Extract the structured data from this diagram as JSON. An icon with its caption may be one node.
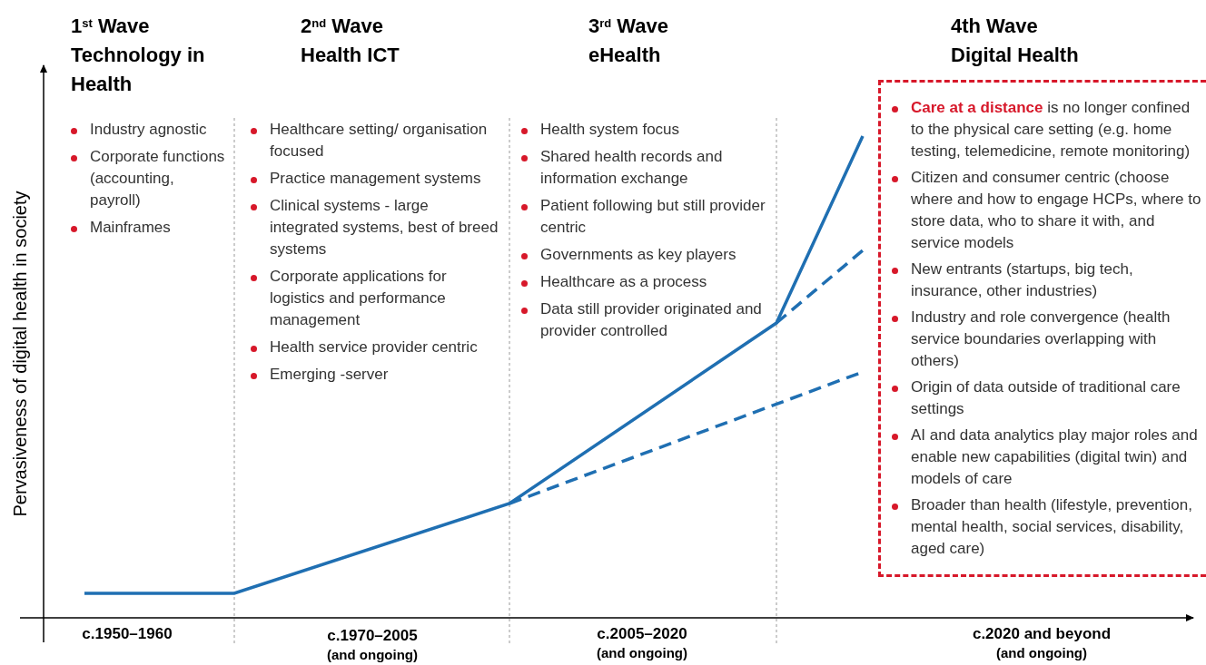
{
  "diagram": {
    "nodes": [
      {
        "text": [
          "**Care at a distance** is no longer confined to the physical care setting (e.g. home testing, telemedicine, remote monitoring)",
          "Citizen and consumer centric (choose where and how to engage HCPs, where to store data, who to share it with, and service models",
          "New entrants (startups, big tech, insurance, other industries)",
          "Industry and role convergence (health service boundaries overlapping with others)",
          "Origin of data outside of traditional care settings",
          "AI and data analytics play major roles and enable new capabilities (digital twin) and models of care",
          "Broader than health (lifestyle, prevention, mental health, social services, disability, aged care)"
        ]
      }
    ],
    "labels": [
      "1$^{st}$ Wave",
      "Technology in Health",
      "2$^{nd}$ Wave",
      "Health ICT",
      "3$^{rd}$ Wave",
      "eHealth",
      "4th Wave",
      "Digital Health",
      "Pervasiveness of digital health in society",
      "Industry agnostic",
      "Corporate functions (accounting, payroll)",
      "Mainframes",
      "Healthcare setting/ organisation focused",
      "Practice management systems",
      "Clinical systems - large integrated systems, best of breed systems",
      "Corporate applications for logistics and performance management",
      "Health service provider centric",
      "Emerging -server",
      "Health system focus",
      "Shared health records and information exchange",
      "Patient following but still provider centric",
      "Governments as key players",
      "Healthcare as a process",
      "Data still provider originated and provider controlled",
      "c.1950–1960",
      "c.1970–2005",
      "(and ongoing)",
      "c.2005–2020",
      "(and ongoing)",
      "c.2020 and beyond",
      "(and ongoing)"
    ]
  }
}
